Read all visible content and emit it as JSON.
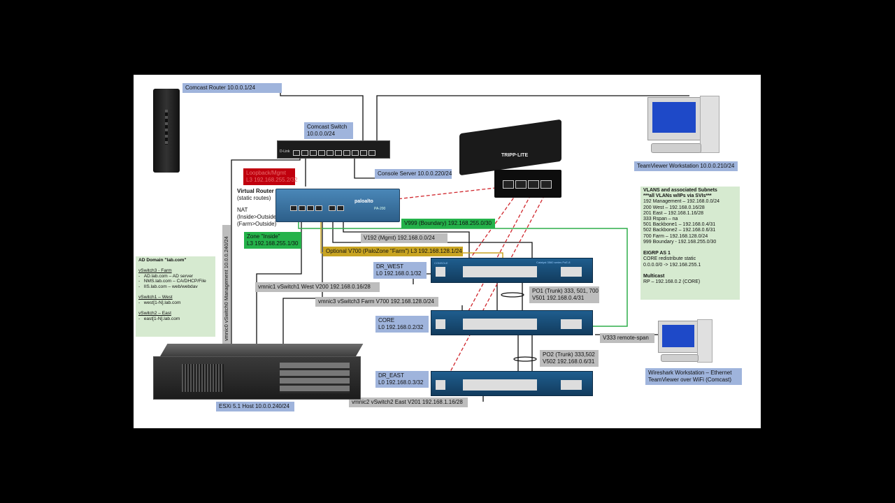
{
  "labels": {
    "comcast_router": "Comcast Router 10.0.0.1/24",
    "comcast_switch_1": "Comcast Switch",
    "comcast_switch_2": "10.0.0.0/24",
    "console_server": "Console Server 10.0.0.220/24",
    "teamviewer": "TeamViewer Workstation 10.0.0.210/24",
    "red_box_1": "Loopback/Mgmt",
    "red_box_2": "L3 192.168.255.2/32",
    "virtual_router_title": "Virtual Router",
    "virtual_router_sub": "(static routes)",
    "nat_1": "NAT",
    "nat_2": "(Inside>Outside)",
    "nat_3": "(Farm>Outside)",
    "zone_inside_1": "Zone \"Inside\"",
    "zone_inside_2": "L3 192.168.255.1/30",
    "v999": "V999 (Boundary) 192.168.255.0/30",
    "v192": "V192 (Mgmt) 192.168.0.0/24",
    "v700_optional": "Optional V700 (PaloZone \"Farm\") L3 192.168.128.1/24",
    "dr_west_1": "DR_WEST",
    "dr_west_2": "L0 192.168.0.1/32",
    "vmnic1": "vmnic1 vSwitch1 West  V200 192.168.0.16/28",
    "vmnic3": "vmnic3 vSwitch3 Farm V700 192.168.128.0/24",
    "po1_1": "PO1 (Trunk) 333, 501, 700",
    "po1_2": "V501 192.168.0.4/31",
    "core_1": "CORE",
    "core_2": "L0 192.168.0.2/32",
    "v333": "V333 remote-span",
    "po2_1": "PO2 (Trunk) 333,502",
    "po2_2": "V502 192.168.0.6/31",
    "dr_east_1": "DR_EAST",
    "dr_east_2": "L0 192.168.0.3/32",
    "vmnic2": "vmnic2 vSwitch2 East  V201 192.168.1.16/28",
    "esxi": "ESXi 5.1 Host 10.0.0.240/24",
    "vmnic0": "vmnic0 vSwitch0 Management 10.0.0.240/24",
    "wireshark_1": "Wireshark Workstation – Ethernet",
    "wireshark_2": "TeamViewer over WiFi (Comcast)"
  },
  "ad_domain": {
    "title": "AD Domain \"lab.com\"",
    "vswitch3": "vSwitch3 - Farm",
    "vswitch3_items": [
      "AD.lab.com – AD server",
      "NMS.lab.com – CA/DHCP/File",
      "IIS.lab.com – web/webdav"
    ],
    "vswitch1": "vSwitch1 – West",
    "vswitch1_items": [
      "west[1-N].lab.com"
    ],
    "vswitch2": "vSwitch2 – East",
    "vswitch2_items": [
      "east[1-N].lab.com"
    ]
  },
  "vlans": {
    "title": "VLANS and associated Subnets",
    "subtitle": "***all VLANs w/IPs via SVIs***",
    "rows": [
      "192  Management – 192.168.0.0/24",
      "200  West – 192.168.0.16/28",
      "201  East – 192.168.1.16/28",
      "333  Rspan – na",
      "501  Backbone1 – 192.168.0.4/31",
      "502  Backbone2 – 192.168.0.6/31",
      "700  Farm – 192.168.128.0/24",
      "999  Boundary - 192.168.255.0/30"
    ],
    "eigrp_title": "EIGRP AS 1",
    "eigrp_1": "CORE redistribute static",
    "eigrp_2": "0.0.0.0/0 -> 192.168.255.1",
    "multicast_title": "Multicast",
    "multicast_1": "RP – 192.168.0.2 (CORE)"
  },
  "devices": {
    "dlink_brand": "D-Link",
    "paloalto_brand": "paloalto",
    "paloalto_model": "PA-200",
    "tripplite_brand": "TRIPP·LITE",
    "switch_console": "CONSOLE",
    "switch_model": "Catalyst 3560 series PoE-8"
  },
  "colors": {
    "wire_black": "#111111",
    "wire_green": "#2fae4a",
    "wire_red_dashed": "#d0262c",
    "wire_gold": "#c8a422",
    "label_blue": "#9fb4dc",
    "label_gray": "#bdbdbd",
    "label_green": "#24b24a",
    "label_lightgreen": "#d6ead0",
    "label_red": "#c0000e"
  },
  "icons": [
    "modem",
    "dlink-switch",
    "palo-alto-firewall",
    "tripp-lite-console-server",
    "catalyst-switch",
    "server",
    "desktop-computer"
  ]
}
